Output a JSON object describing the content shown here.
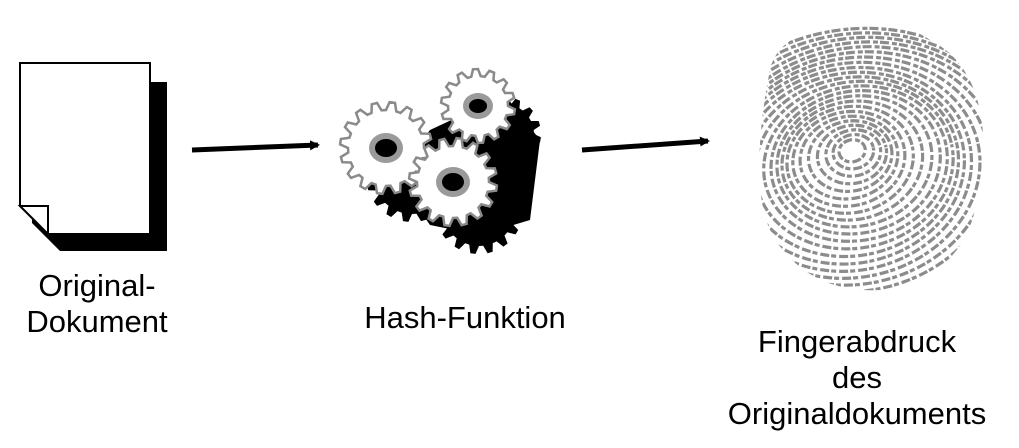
{
  "labels": {
    "original_document": [
      "Original-",
      "Dokument"
    ],
    "hash_function": "Hash-Funktion",
    "fingerprint": [
      "Fingerabdruck",
      "des",
      "Originaldokuments"
    ]
  },
  "icons": {
    "document": "document-icon",
    "gears": "gears-icon",
    "fingerprint": "fingerprint-icon",
    "arrow": "arrow-right-icon"
  },
  "colors": {
    "ink": "#000000",
    "paper": "#ffffff",
    "gear_outline": "#8a8a8a",
    "fingerprint_ridge": "#8c8c8c"
  }
}
